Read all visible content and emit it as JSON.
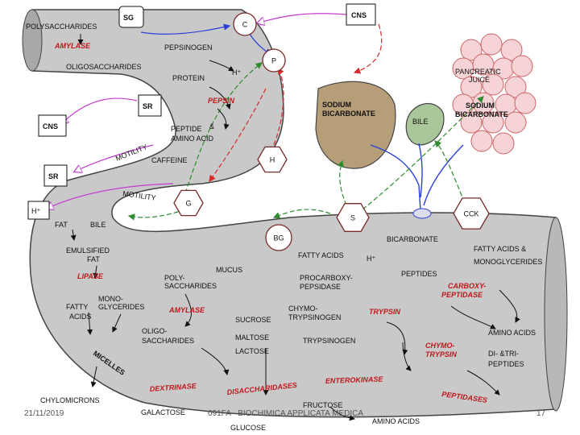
{
  "diagram": {
    "nodes": {
      "cns_top": "CNS",
      "cns_left": "CNS",
      "sr1": "SR",
      "sr2": "SR",
      "sg": "SG",
      "c": "C",
      "p": "P",
      "h": "H",
      "g": "G",
      "s": "S",
      "bg": "BG",
      "cck": "CCK",
      "h_plus_left": "H⁺"
    },
    "stomach": {
      "polysaccharides": "POLYSACCHARIDES",
      "amylase": "AMYLASE",
      "oligosaccharides": "OLIGOSACCHARIDES",
      "pepsinogen": "PEPSINOGEN",
      "h_plus": "H⁺",
      "protein": "PROTEIN",
      "pepsin": "PEPSIN",
      "peptide_line1": "PEPTIDE",
      "amp": "&",
      "peptide_line2": "AMINO ACID",
      "caffeine": "CAFFEINE",
      "motility_upper": "MOTILITY",
      "motility_lower": "MOTILITY"
    },
    "organs": {
      "sodium_line1": "SODIUM",
      "sodium_line2": "BICARBONATE",
      "bile": "BILE",
      "pancreatic_line1": "PANCREATIC",
      "pancreatic_line2": "JUICE",
      "pan_sodium_line1": "SODIUM",
      "pan_sodium_line2": "BICARBONATE"
    },
    "intestine": {
      "fat": "FAT",
      "bile": "BILE",
      "emulsified_line1": "EMULSIFIED",
      "emulsified_line2": "FAT",
      "lipase": "LIPASE",
      "fatty_line1": "FATTY",
      "fatty_line2": "ACIDS",
      "mono_line1": "MONO-",
      "mono_line2": "GLYCERIDES",
      "micelles": "MICELLES",
      "mucus": "MUCUS",
      "poly_line1": "POLY-",
      "poly_line2": "SACCHARIDES",
      "amylase": "AMYLASE",
      "oligo_line1": "OLIGO-",
      "oligo_line2": "SACCHARIDES",
      "dextrinase": "DEXTRINASE",
      "sucrose": "SUCROSE",
      "maltose": "MALTOSE",
      "lactose": "LACTOSE",
      "disaccharidases": "DISACCHARIDASES",
      "fatty_acids": "FATTY ACIDS",
      "h_plus": "H⁺",
      "bicarbonate": "BICARBONATE",
      "procarb_line1": "PROCARBOXY-",
      "procarb_line2": "PEPSIDASE",
      "chymo_line1": "CHYMO-",
      "chymo_line2": "TRYPSINOGEN",
      "trypsin": "TRYPSIN",
      "trypsinogen": "TRYPSINOGEN",
      "enterokinase": "ENTEROKINASE",
      "peptides": "PEPTIDES",
      "carboxy_line1": "CARBOXY-",
      "carboxy_line2": "PEPTIDASE",
      "chymotrypsin_line1": "CHYMO-",
      "chymotrypsin_line2": "TRYPSIN",
      "fatty_mono_line1": "FATTY ACIDS &",
      "fatty_mono_line2": "MONOGLYCERIDES",
      "amino_acids": "AMINO ACIDS",
      "di_tri_line1": "DI- &TRI-",
      "di_tri_line2": "PEPTIDES",
      "peptidases": "PEPTIDASES"
    },
    "products": {
      "chylomicrons": "CHYLOMICRONS",
      "galactose": "GALACTOSE",
      "fructose": "FRUCTOSE",
      "glucose": "GLUCOSE",
      "amino_acids": "AMINO ACIDS"
    }
  },
  "footer": {
    "date": "21/11/2019",
    "course": "091FA - BIOCHIMICA APPLICATA MEDICA",
    "page": "17"
  },
  "colors": {
    "gut": "#c9c9c9",
    "gut_stroke": "#444444",
    "liver": "#b59e78",
    "gallbladder": "#a9c79a",
    "pancreas": "#f5d3d6",
    "enzyme_red": "#c0171b",
    "nerve": "#c33ccf",
    "hormone": "#2e8b2e",
    "signal_blue": "#2b3fd8",
    "signal_red": "#d42a2a"
  }
}
